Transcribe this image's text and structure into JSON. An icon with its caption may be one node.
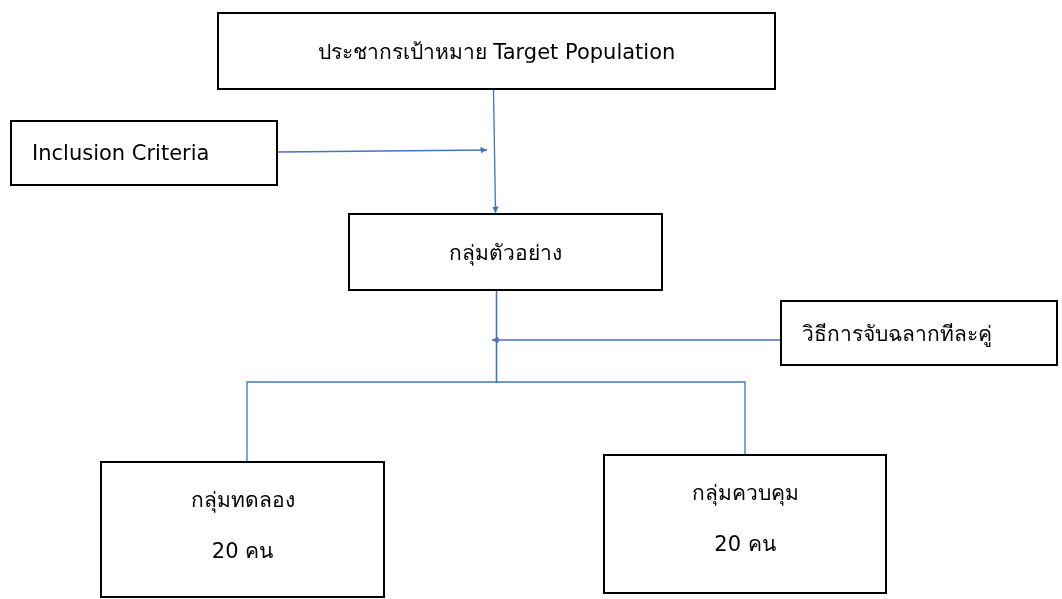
{
  "diagram": {
    "nodes": [
      {
        "text": [
          "ประชากรเป้าหมาย Target Population"
        ]
      },
      {
        "text": [
          "Inclusion Criteria"
        ]
      },
      {
        "text": [
          "กลุ่มตัวอย่าง"
        ]
      },
      {
        "text": [
          "วิธีการจับฉลากทีละคู่"
        ]
      },
      {
        "text": [
          "กลุ่มทดลอง",
          "20 คน"
        ]
      },
      {
        "text": [
          "กลุ่มควบคุม",
          "20 คน"
        ]
      }
    ],
    "edges": [
      {
        "from": 0,
        "to": 2,
        "arrow": "to"
      },
      {
        "from": 1,
        "to": null,
        "arrow": "to"
      },
      {
        "from": 3,
        "to": null,
        "arrow": "to"
      },
      {
        "from": 2,
        "to": 4,
        "arrow": "none"
      },
      {
        "from": 2,
        "to": 5,
        "arrow": "none"
      }
    ]
  }
}
